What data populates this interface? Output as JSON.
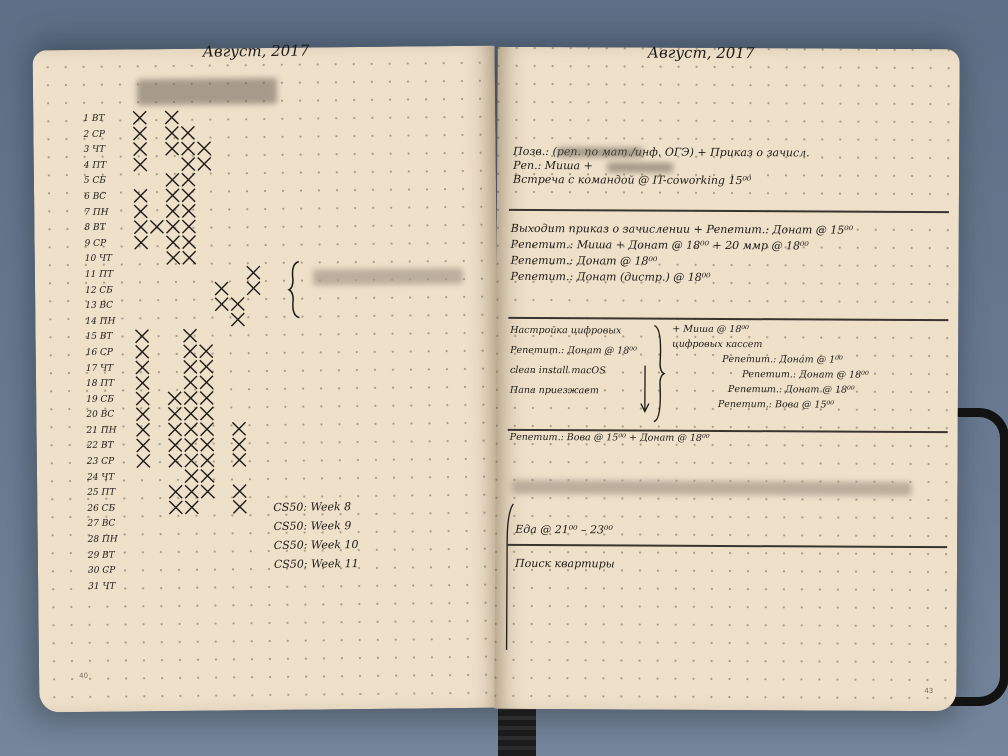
{
  "left_page": {
    "heading": "Август, 2017",
    "days": [
      "1 ВТ",
      "2 СР",
      "3 ЧТ",
      "4 ПТ",
      "5 СБ",
      "6 ВС",
      "7 ПН",
      "8 ВТ",
      "9 СР",
      "10 ЧТ",
      "11 ПТ",
      "12 СБ",
      "13 ВС",
      "14 ПН",
      "15 ВТ",
      "16 СР",
      "17 ЧТ",
      "18 ПТ",
      "19 СБ",
      "20 ВС",
      "21 ПН",
      "22 ВТ",
      "23 СР",
      "24 ЧТ",
      "25 ПТ",
      "26 СБ",
      "27 ВС",
      "28 ПН",
      "29 ВТ",
      "30 СР",
      "31 ЧТ"
    ],
    "course_log": [
      "CS50: Week 8",
      "CS50: Week 9",
      "CS50: Week 10",
      "CS50: Week 11"
    ],
    "page_number": "40"
  },
  "right_page": {
    "heading": "Август, 2017",
    "section1": [
      "Позв.: (реп. по мат./инф. ОГЭ) + Приказ о зачисл.",
      "Реп.: Миша +",
      "Встреча с командой @ IT-coworking 15⁰⁰"
    ],
    "section2": [
      "Выходит приказ о зачислении + Репетит.: Донат @ 15⁰⁰",
      "Репетит.: Миша + Донат @ 18⁰⁰ + 20 ммр @ 18⁰⁰",
      "Репетит.: Донат @ 18⁰⁰",
      "Репетит.: Донат (дистр.) @ 18⁰⁰"
    ],
    "section3_left": [
      "Настройка цифровых",
      "Репетит.: Донат @ 18⁰⁰",
      "clean install macOS",
      "Папа приезжает"
    ],
    "section3_right": [
      "+ Миша @ 18⁰⁰",
      "цифровых кассет",
      "Репетит.: Донат @ 1⁰⁰",
      "Репетит.: Донат @ 18⁰⁰",
      "Репетит.: Донат @ 18⁰⁰",
      "Репетит.: Вова @ 15⁰⁰"
    ],
    "section4": "Репетит.: Вова @ 15⁰⁰ + Донат @ 18⁰⁰",
    "section5": [
      "Еда @ 21⁰⁰ – 23⁰⁰",
      "Поиск квартиры"
    ],
    "page_number": "43"
  }
}
